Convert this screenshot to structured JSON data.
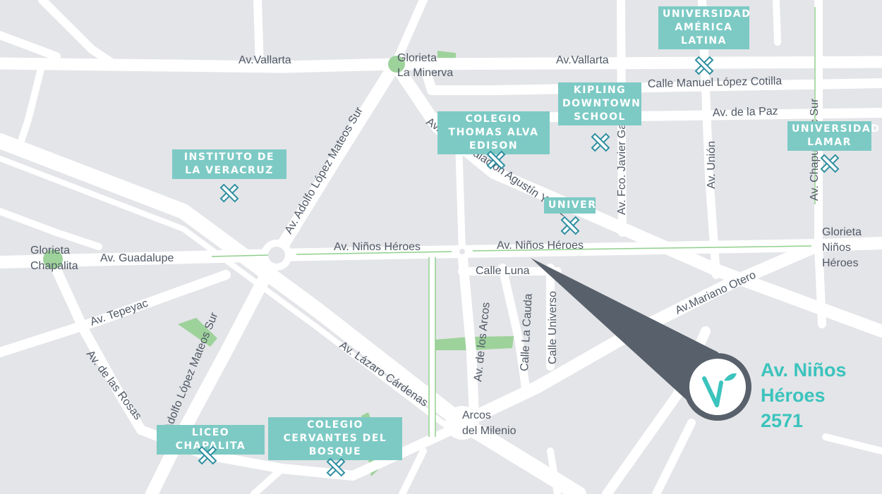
{
  "colors": {
    "background": "#e4e5e8",
    "road": "#ffffff",
    "park": "#9ed29b",
    "bike_lane": "#8fd08c",
    "school_label": "#7dcac5",
    "marker": "#58616b",
    "address_text": "#3cc3bd",
    "icon": "#2e8fa0"
  },
  "streets": {
    "vallarta_west": "Av.Vallarta",
    "vallarta_east": "Av.Vallarta",
    "manuel_lopez_cotilla": "Calle Manuel López Cotilla",
    "av_de_la_paz": "Av. de la Paz",
    "circunvalacion": "Av. Circunvalación Agustín Yanez",
    "adolfo_lopez_mateos_north": "Av. Adolfo López Mateos Sur",
    "adolfo_lopez_mateos_south": "Av. Adolfo López Mateos Sur",
    "guadalupe": "Av. Guadalupe",
    "ninos_heroes_west": "Av. Niños Héroes",
    "ninos_heroes_east": "Av. Niños Héroes",
    "calle_luna": "Calle Luna",
    "tepeyac": "Av. Tepeyac",
    "de_las_rosas": "Av. de las Rosas",
    "lazaro_cardenas": "Av. Lázaro Cárdenas",
    "de_los_arcos": "Av. de los Arcos",
    "la_cauda": "Calle La Cauda",
    "universo": "Calle Universo",
    "mariano_otero": "Av.Mariano Otero",
    "union": "Av. Unión",
    "fco_javier": "Av. Fco. Javier Gamboa",
    "chapultepec": "Av. Chapultepec Sur"
  },
  "places": {
    "glorieta_minerva": [
      "Glorieta",
      "La Minerva"
    ],
    "glorieta_chapalita": [
      "Glorieta",
      "Chapalita"
    ],
    "glorieta_ninos_heroes": [
      "Glorieta",
      "Niños",
      "Héroes"
    ],
    "arcos_milenio": [
      "Arcos",
      "del Milenio"
    ]
  },
  "schools": {
    "universidad_america_latina": "UNIVERSIDAD AMÉRICA LATINA",
    "kipling": "KIPLING DOWNTOWN SCHOOL",
    "thomas_alva_edison": "COLEGIO THOMAS ALVA EDISON",
    "instituto_veracruz": "INSTITUTO DE LA VERACRUZ",
    "universidad_lamar": "UNIVERSIDAD LAMAR",
    "univer": "UNIVER",
    "liceo_chapalita": "LICEO CHAPALITA",
    "cervantes_bosque": "COLEGIO CERVANTES DEL BOSQUE"
  },
  "address": {
    "line1": "Av. Niños",
    "line2": "Héroes",
    "line3": "2571"
  },
  "icons": {
    "school_pin": "pencil-ruler-icon",
    "logo": "leaf-v-logo"
  }
}
